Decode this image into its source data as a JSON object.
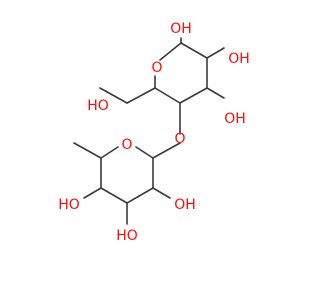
{
  "molecule": {
    "atoms": {
      "o_ring_top": {
        "text": "O"
      },
      "o_ring_bottom": {
        "text": "O"
      },
      "o_glycosidic": {
        "text": "O"
      },
      "oh_top": {
        "text": "OH"
      },
      "oh_top_right": {
        "text": "OH"
      },
      "oh_top_ring_lower": {
        "text": "OH"
      },
      "ho_ch2": {
        "text": "HO"
      },
      "ho_bottom_left": {
        "text": "HO"
      },
      "oh_bottom_right": {
        "text": "OH"
      },
      "ho_bottom": {
        "text": "HO"
      }
    },
    "colors": {
      "bond": "#3a3a3a",
      "oxygen": "#ff0d0d"
    }
  }
}
